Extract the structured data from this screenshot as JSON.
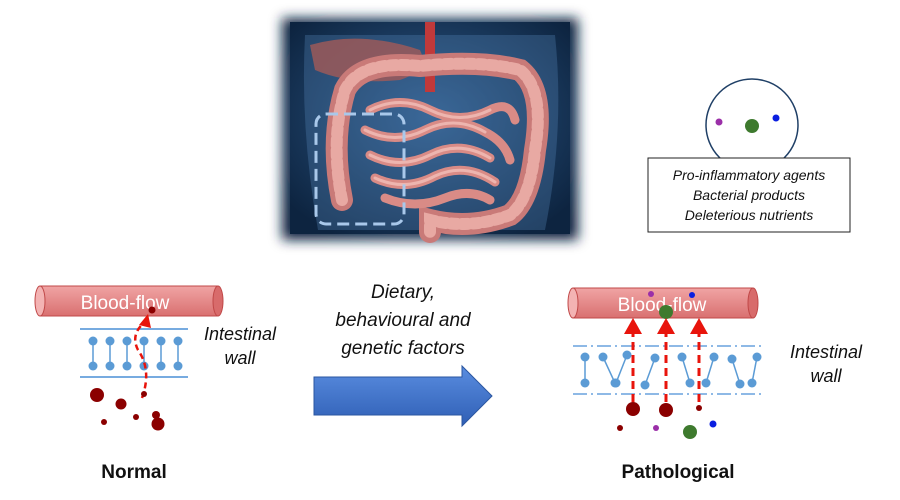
{
  "legend": {
    "lines": [
      "Pro-inflammatory agents",
      "Bacterial products",
      "Deleterious nutrients"
    ]
  },
  "normal": {
    "blood_flow": "Blood-flow",
    "wall_label": [
      "Intestinal",
      "wall"
    ],
    "caption": "Normal"
  },
  "arrow": {
    "lines": [
      "Dietary,",
      "behavioural and",
      "genetic factors"
    ]
  },
  "pathological": {
    "blood_flow": "Blood-flow",
    "wall_label": [
      "Intestinal",
      "wall"
    ],
    "caption": "Pathological"
  },
  "colors": {
    "tube": "#e88a8a",
    "membrane_line": "#4a8fd6",
    "lipid": "#5b9bd5",
    "arrow_blue": "#3a6fc4",
    "red_dash": "#e8140c",
    "dark_red": "#8b0000",
    "green": "#3e7a2e",
    "purple": "#9b2fa8",
    "blue_dot": "#0a1ee0"
  }
}
